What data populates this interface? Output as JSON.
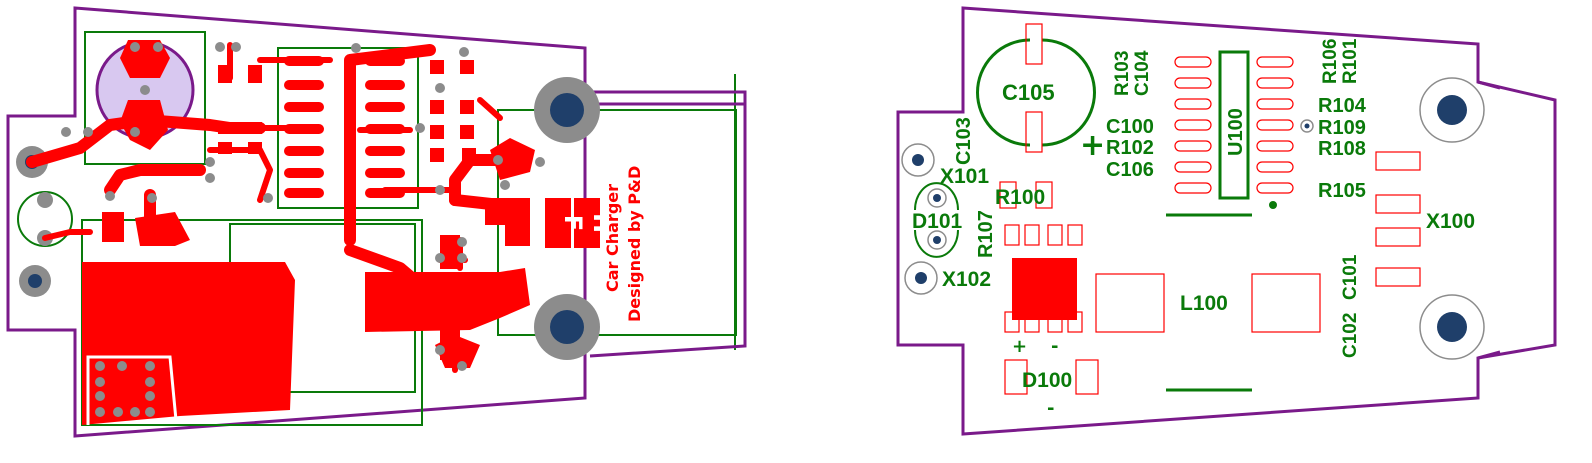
{
  "colors": {
    "board_outline": "#7a1a8a",
    "copper": "#ff0000",
    "silkscreen": "#0a7a0a",
    "pad_ring": "#8c8c8c",
    "hole": "#1f3f6a"
  },
  "left_board": {
    "title_line1": "Car Charger",
    "title_line2": "Designed by P&D",
    "logo_letters": [
      "F",
      "H"
    ]
  },
  "right_board": {
    "labels": {
      "c105": "C105",
      "c103": "C103",
      "x101": "X101",
      "d101": "D101",
      "x102": "X102",
      "r100": "R100",
      "r107": "R107",
      "r103": "R103",
      "c104": "C104",
      "c100": "C100",
      "r102": "R102",
      "c106": "C106",
      "u100": "U100",
      "r106": "R106",
      "r101": "R101",
      "r104": "R104",
      "r109": "R109",
      "r108": "R108",
      "r105": "R105",
      "x100": "X100",
      "c101": "C101",
      "c102": "C102",
      "l100": "L100",
      "d100": "D100",
      "plus_cap": "+",
      "plus_diode": "+",
      "minus_a": "-",
      "minus_b": "-"
    }
  }
}
